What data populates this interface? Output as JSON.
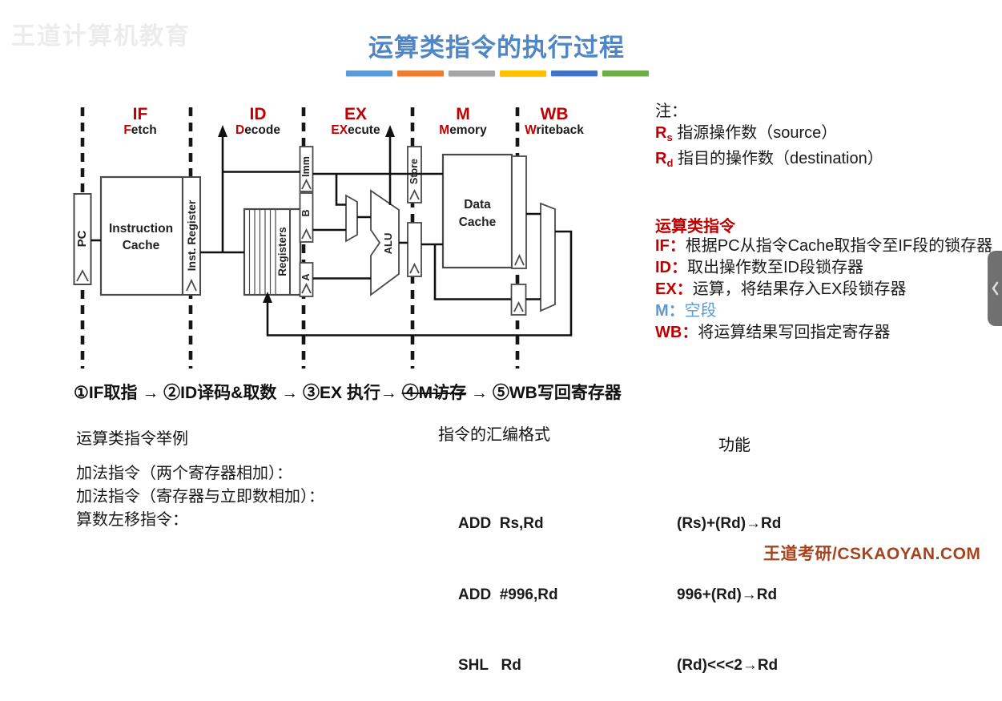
{
  "page": {
    "watermark": "王道计算机教育",
    "title": "运算类指令的执行过程",
    "underline_colors": [
      "#5B9BD5",
      "#ED7D31",
      "#A5A5A5",
      "#FFC000",
      "#4472C4",
      "#70AD47"
    ],
    "accent_red": "#C00000",
    "accent_blue": "#5B9BD5",
    "logo": "王道考研/CSKAOYAN.COM",
    "logo_color": "#A6431D"
  },
  "diagram": {
    "stages": [
      {
        "abbr": "IF",
        "sub_red": "F",
        "sub_rest": "etch"
      },
      {
        "abbr": "ID",
        "sub_red": "D",
        "sub_rest": "ecode"
      },
      {
        "abbr": "EX",
        "sub_red": "EX",
        "sub_rest": "ecute"
      },
      {
        "abbr": "M",
        "sub_red": "M",
        "sub_rest": "emory"
      },
      {
        "abbr": "WB",
        "sub_red": "W",
        "sub_rest": "riteback"
      }
    ],
    "components": {
      "pc": "PC",
      "icache_line1": "Instruction",
      "icache_line2": "Cache",
      "inst_register": "Inst. Register",
      "registers": "Registers",
      "imm": "Imm",
      "b": "B",
      "a": "A",
      "alu": "ALU",
      "store": "Store",
      "dcache_line1": "Data",
      "dcache_line2": "Cache"
    }
  },
  "notes": {
    "note_label": "注：",
    "rs_sym": "R",
    "rs_sub": "s",
    "rs_text": "指源操作数（source）",
    "rd_sym": "R",
    "rd_sub": "d",
    "rd_text": "指目的操作数（destination）",
    "heading": "运算类指令",
    "items": [
      {
        "prefix": "IF：",
        "text": "根据PC从指令Cache取指令至IF段的锁存器"
      },
      {
        "prefix": "ID：",
        "text": "取出操作数至ID段锁存器"
      },
      {
        "prefix": "EX：",
        "text": "运算，将结果存入EX段锁存器"
      },
      {
        "prefix": "M：",
        "text": "空段"
      },
      {
        "prefix": "WB：",
        "text": "将运算结果写回指定寄存器"
      }
    ]
  },
  "flow": {
    "part1": "①IF取指 → ②ID译码&取数 → ③EX 执行→ ",
    "struck": "④M访存",
    "part2": " → ⑤WB写回寄存器"
  },
  "table": {
    "headers": {
      "example": "运算类指令举例",
      "asm": "指令的汇编格式",
      "func": "功能"
    },
    "rows": [
      {
        "example": "加法指令（两个寄存器相加）：",
        "asm": "ADD  Rs,Rd",
        "func": "(Rs)+(Rd)→Rd"
      },
      {
        "example": "加法指令（寄存器与立即数相加）：",
        "asm": "ADD  #996,Rd",
        "func": "996+(Rd)→Rd"
      },
      {
        "example": "算数左移指令：",
        "asm": "SHL   Rd",
        "func": "(Rd)<<<2→Rd"
      }
    ]
  }
}
